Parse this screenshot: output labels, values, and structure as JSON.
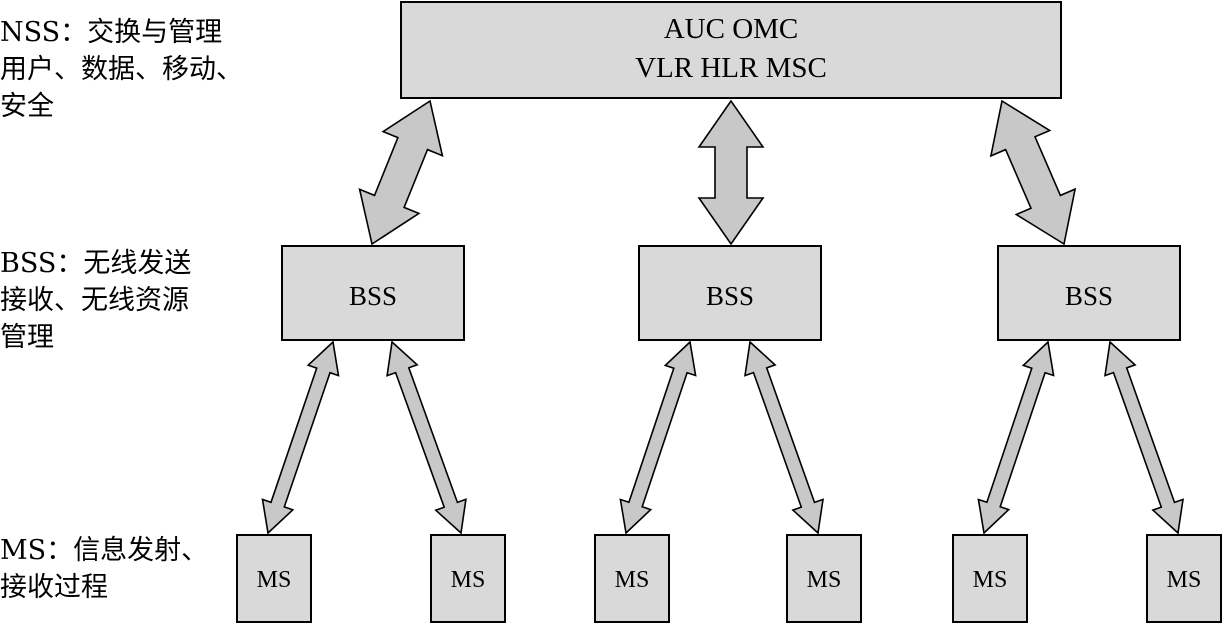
{
  "labels": {
    "nss": [
      "NSS：交换与管理",
      "用户、数据、移动、",
      "安全"
    ],
    "bss": [
      "BSS：无线发送",
      "接收、无线资源",
      "管理"
    ],
    "ms": [
      "MS：信息发射、",
      "接收过程"
    ]
  },
  "nss_box": {
    "line1": "AUC OMC",
    "line2": "VLR HLR MSC"
  },
  "bss_boxes": [
    "BSS",
    "BSS",
    "BSS"
  ],
  "ms_boxes": [
    "MS",
    "MS",
    "MS",
    "MS",
    "MS",
    "MS"
  ],
  "colors": {
    "box_fill": "#d9d9d9",
    "arrow_fill": "#c8c8c8",
    "stroke": "#000000"
  }
}
